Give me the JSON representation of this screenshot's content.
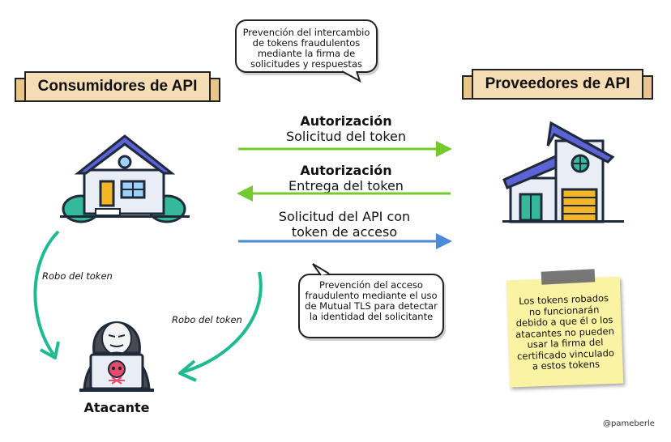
{
  "left_title": "Consumidores de API",
  "right_title": "Proveedores de API",
  "top_bubble": "Prevención del intercambio de tokens fraudulentos mediante la firma de solicitudes y respuestas",
  "arrows": [
    {
      "title": "Autorización",
      "label": "Solicitud del token",
      "color": "#74c92e",
      "direction": "right"
    },
    {
      "title": "Autorización",
      "label": "Entrega del token",
      "color": "#74c92e",
      "direction": "left"
    },
    {
      "title": "",
      "label": "Solicitud del API con token de acceso",
      "color": "#4a8ad6",
      "direction": "right"
    }
  ],
  "theft_label_left": "Robo del token",
  "theft_label_right": "Robo del token",
  "bottom_bubble": "Prevención del acceso fraudulento mediante el uso de Mutual TLS para detectar la identidad del solicitante",
  "attacker_label": "Atacante",
  "sticky_note": "Los tokens robados no funcionarán debido a que él o los atacantes no pueden usar la firma del certificado vinculado a estos tokens",
  "watermark": "@pameberle",
  "colors": {
    "banner_fill": "#f5ddb5",
    "green_arrow": "#74c92e",
    "blue_arrow": "#4a8ad6",
    "theft_arrow": "#1fb992",
    "note_fill": "#fbf3a4"
  }
}
